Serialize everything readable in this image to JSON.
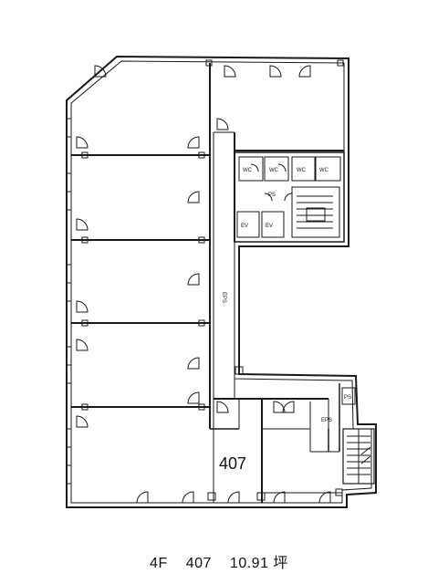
{
  "unit_label": "407",
  "caption": {
    "floor": "4F",
    "unit": "407",
    "area": "10.91",
    "area_unit": "坪"
  },
  "colors": {
    "line": "#1a1a1a",
    "background": "#ffffff"
  }
}
